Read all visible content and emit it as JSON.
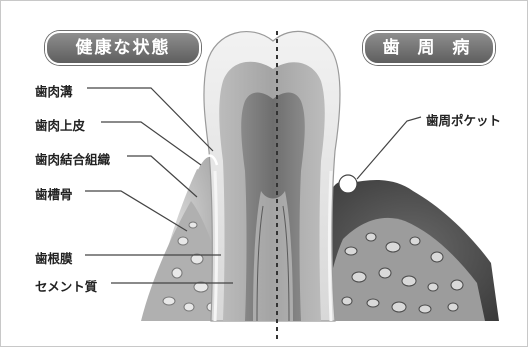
{
  "headers": {
    "healthy": "健康な状態",
    "periodontal": "歯 周 病"
  },
  "labels": [
    "歯肉溝",
    "歯肉上皮",
    "歯肉結合組織",
    "歯槽骨",
    "歯根膜",
    "セメント質"
  ],
  "pocket_label": "歯周ポケット"
}
